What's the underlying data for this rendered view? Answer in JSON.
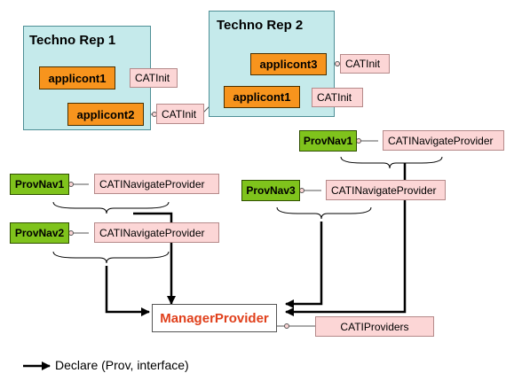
{
  "techno_reps": [
    {
      "title": "Techno Rep 1",
      "components": [
        {
          "name": "applicont1",
          "interface": "CATInit"
        },
        {
          "name": "applicont2",
          "interface": "CATInit"
        }
      ]
    },
    {
      "title": "Techno Rep 2",
      "components": [
        {
          "name": "applicont3",
          "interface": "CATInit"
        },
        {
          "name": "applicont1",
          "interface": "CATInit"
        }
      ]
    }
  ],
  "providers": [
    {
      "name": "ProvNav1",
      "interface": "CATINavigateProvider"
    },
    {
      "name": "ProvNav2",
      "interface": "CATINavigateProvider"
    },
    {
      "name": "ProvNav3",
      "interface": "CATINavigateProvider"
    },
    {
      "name": "ProvNav1",
      "interface": "CATINavigateProvider"
    }
  ],
  "manager": {
    "name": "ManagerProvider",
    "interface": "CATIProviders"
  },
  "legend": {
    "label": "Declare (Prov, interface)"
  },
  "colors": {
    "component_fill": "#f7941d",
    "provider_fill": "#7fc31c",
    "interface_fill": "#fcd6d6",
    "rep_fill": "#c5eaeb",
    "manager_text": "#e0401c"
  }
}
